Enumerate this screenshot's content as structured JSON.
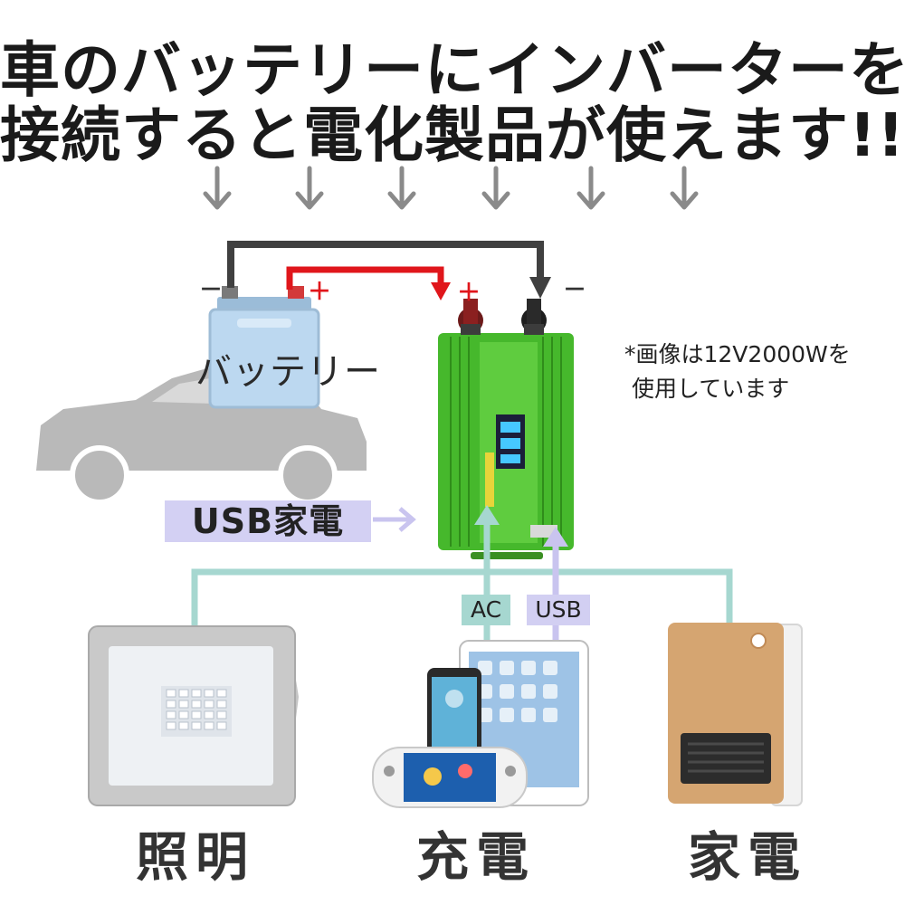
{
  "headline": {
    "line1": "車のバッテリーにインバーターを",
    "line2": "接続すると電化製品が使えます!!"
  },
  "battery": {
    "label": "バッテリー",
    "minus": "－",
    "plus": "＋"
  },
  "inverter": {
    "plus": "＋",
    "minus": "－"
  },
  "note": {
    "line1": "*画像は12V2000Wを",
    "line2": "使用しています"
  },
  "usb_appliance_label": "USB家電",
  "ports": {
    "ac": "AC",
    "usb": "USB"
  },
  "categories": {
    "lighting": "照明",
    "charging": "充電",
    "appliance": "家電"
  },
  "colors": {
    "ac_line": "#a6d7d0",
    "usb_line": "#c9c4ef",
    "positive_wire": "#e0161b",
    "negative_wire": "#404040",
    "inverter_body": "#52c234",
    "battery_body": "#bcd8f0"
  }
}
